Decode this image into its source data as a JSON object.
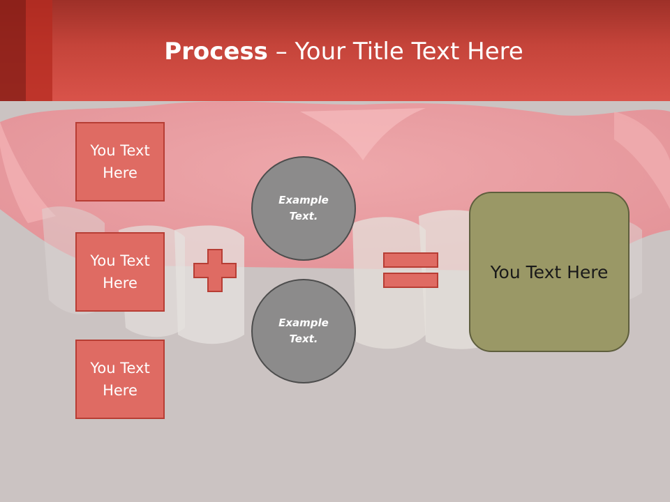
{
  "slide": {
    "title_bold": "Process",
    "title_rest": " – Your Title Text Here",
    "input_boxes": [
      {
        "text": "You Text Here"
      },
      {
        "text": "You Text Here"
      },
      {
        "text": "You Text Here"
      }
    ],
    "circles": [
      {
        "text": "Example Text."
      },
      {
        "text": "Example Text."
      }
    ],
    "result_box": {
      "text": "You Text Here"
    }
  },
  "colors": {
    "header": "#d9534a",
    "box_fill": "#df6b63",
    "box_border": "#b73d34",
    "circle_fill": "#8c8b8b",
    "result_fill": "#9a9866",
    "background": "#cbc3c2"
  },
  "icons": {
    "plus": "plus-icon",
    "equals": "equals-icon"
  }
}
